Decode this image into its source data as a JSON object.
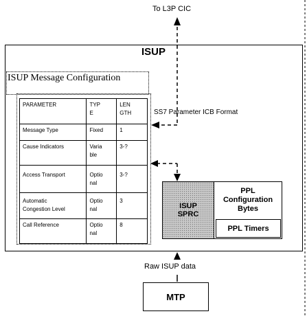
{
  "diagram": {
    "top_label": "To L3P CIC",
    "isup_title": "ISUP",
    "config_title": "ISUP Message Configuration",
    "icb_label": "SS7 Parameter ICB Format",
    "sprc_label": "ISUP\nSPRC",
    "ppl_bytes_label": "PPL\nConfiguration\nBytes",
    "ppl_timers_label": "PPL Timers",
    "raw_label": "Raw ISUP data",
    "mtp_label": "MTP"
  },
  "table": {
    "headers": [
      "PARAMETER",
      "TYP\nE",
      "LEN\nGTH"
    ],
    "rows": [
      [
        "Message Type",
        "Fixed",
        "1"
      ],
      [
        "Cause Indicators",
        "Varia\nble",
        "3-?"
      ],
      [
        "Access Transport",
        "Optio\nnal",
        "3-?"
      ],
      [
        "Automatic\nCongestion Level",
        "Optio\nnal",
        "3"
      ],
      [
        "Call Reference",
        "Optio\nnal",
        "8"
      ]
    ]
  }
}
